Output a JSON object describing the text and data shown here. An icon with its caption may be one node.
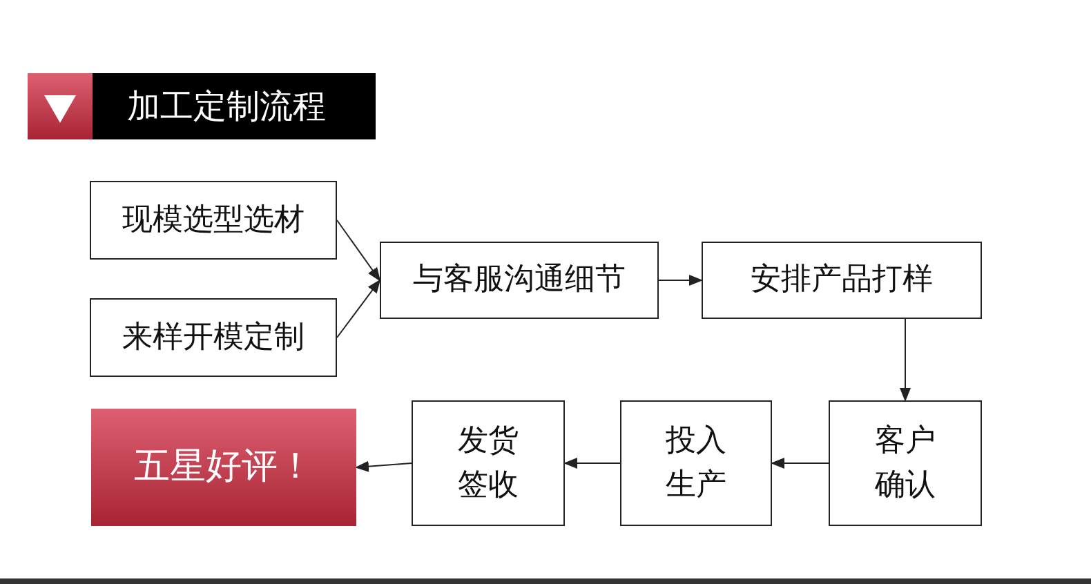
{
  "diagram": {
    "title": "加工定制流程",
    "nodes": [
      {
        "text": [
          "现模选型选材"
        ]
      },
      {
        "text": [
          "来样开模定制"
        ]
      },
      {
        "text": [
          "与客服沟通细节"
        ]
      },
      {
        "text": [
          "安排产品打样"
        ]
      },
      {
        "text": [
          "客户确认"
        ]
      },
      {
        "text": [
          "投入生产"
        ]
      },
      {
        "text": [
          "发货签收"
        ]
      },
      {
        "text": [
          "五星好评！"
        ]
      }
    ],
    "edges": [
      {
        "from": 0,
        "to": 2,
        "arrow": "to"
      },
      {
        "from": 1,
        "to": 2,
        "arrow": "to"
      },
      {
        "from": 2,
        "to": 3,
        "arrow": "to"
      },
      {
        "from": 3,
        "to": 4,
        "arrow": "to"
      },
      {
        "from": 4,
        "to": 5,
        "arrow": "to"
      },
      {
        "from": 5,
        "to": 6,
        "arrow": "to"
      },
      {
        "from": 6,
        "to": 7,
        "arrow": "to"
      }
    ]
  }
}
